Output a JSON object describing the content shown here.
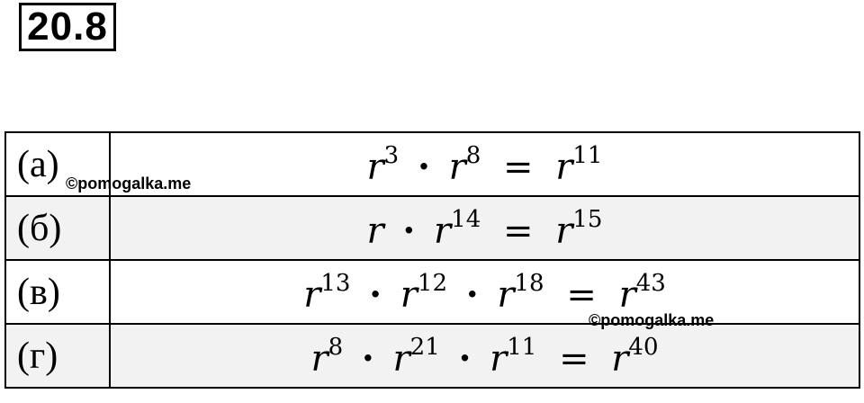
{
  "problem_number": "20.8",
  "watermark_text": "©pomogalka.me",
  "rows": [
    {
      "label": "(а)",
      "terms": [
        {
          "base": "r",
          "exp": "3"
        },
        {
          "base": "r",
          "exp": "8"
        }
      ],
      "result": {
        "base": "r",
        "exp": "11"
      }
    },
    {
      "label": "(б)",
      "terms": [
        {
          "base": "r",
          "exp": ""
        },
        {
          "base": "r",
          "exp": "14"
        }
      ],
      "result": {
        "base": "r",
        "exp": "15"
      }
    },
    {
      "label": "(в)",
      "terms": [
        {
          "base": "r",
          "exp": "13"
        },
        {
          "base": "r",
          "exp": "12"
        },
        {
          "base": "r",
          "exp": "18"
        }
      ],
      "result": {
        "base": "r",
        "exp": "43"
      }
    },
    {
      "label": "(г)",
      "terms": [
        {
          "base": "r",
          "exp": "8"
        },
        {
          "base": "r",
          "exp": "21"
        },
        {
          "base": "r",
          "exp": "11"
        }
      ],
      "result": {
        "base": "r",
        "exp": "40"
      }
    }
  ],
  "operators": {
    "multiply": "·",
    "equals": "="
  }
}
